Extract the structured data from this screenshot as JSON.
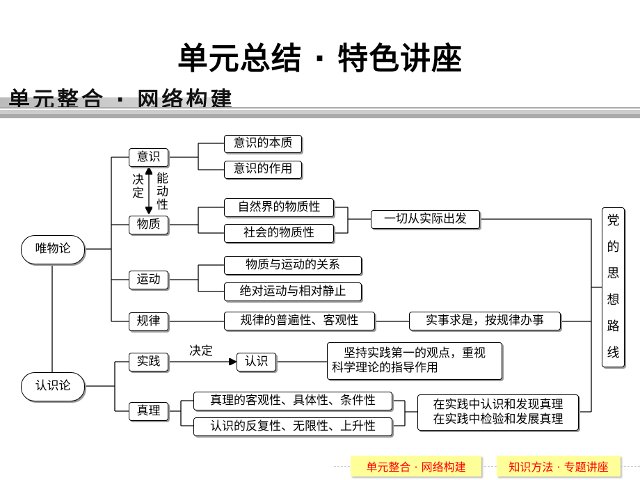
{
  "title": "单元总结 · 特色讲座",
  "section_title": "单元整合 · 网络构建",
  "nodes": {
    "materialism": "唯物论",
    "epistemology": "认识论",
    "consciousness": "意识",
    "matter": "物质",
    "motion": "运动",
    "law": "规律",
    "practice": "实践",
    "truth": "真理",
    "c_nature": "意识的本质",
    "c_role": "意识的作用",
    "nature_material": "自然界的物质性",
    "society_material": "社会的物质性",
    "from_reality": "一切从实际出发",
    "matter_motion": "物质与运动的关系",
    "absolute_motion": "绝对运动与相对静止",
    "law_universal": "规律的普遍性、客观性",
    "seek_truth": "实事求是，按规律办事",
    "party_line": "党的思想路线",
    "cognition": "认识",
    "practice_first_1": "坚持实践第一的观点，重视",
    "practice_first_2": "科学理论的指导作用",
    "truth_objective": "真理的客观性、具体性、条件性",
    "cog_repeat": "认识的反复性、无限性、上升性",
    "discover_1": "在实践中认识和发现真理",
    "discover_2": "在实践中检验和发展真理"
  },
  "labels": {
    "decides": "决定",
    "active": "能动性",
    "decides2": "决定"
  },
  "nav": {
    "integration": "单元整合 · 网络构建",
    "methods": "知识方法 · 专题讲座"
  }
}
